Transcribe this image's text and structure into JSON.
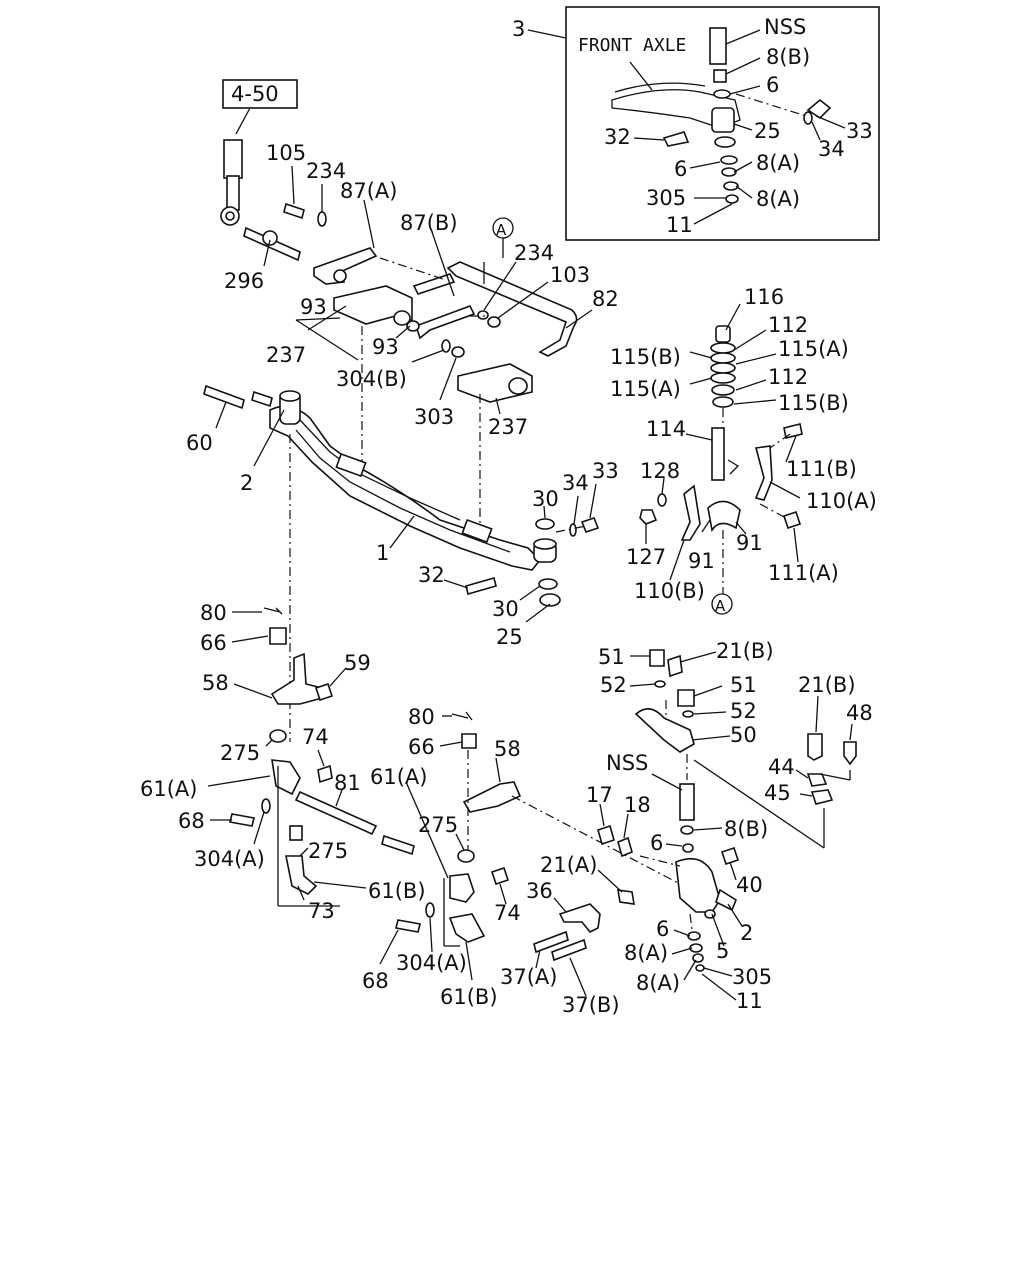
{
  "diagram": {
    "ref_box_label": "4-50",
    "inset": {
      "number": "3",
      "title": "FRONT AXLE",
      "labels": {
        "nss": "NSS",
        "p8b": "8(B)",
        "p6a": "6",
        "p33": "33",
        "p25": "25",
        "p34": "34",
        "p32": "32",
        "p6b": "6",
        "p8a1": "8(A)",
        "p305": "305",
        "p8a2": "8(A)",
        "p11": "11"
      }
    },
    "circle_marker": "A",
    "labels": {
      "l105": "105",
      "l234a": "234",
      "l87a": "87(A)",
      "l87b": "87(B)",
      "l234b": "234",
      "l103": "103",
      "l82": "82",
      "l296": "296",
      "l93a": "93",
      "l93b": "93",
      "l237a": "237",
      "l304b": "304(B)",
      "l303": "303",
      "l237b": "237",
      "l60": "60",
      "l2a": "2",
      "l1": "1",
      "l30a": "30",
      "l34": "34",
      "l33": "33",
      "l32": "32",
      "l30b": "30",
      "l25": "25",
      "l116": "116",
      "l112a": "112",
      "l115b1": "115(B)",
      "l115a1": "115(A)",
      "l115a2": "115(A)",
      "l112b": "112",
      "l115b2": "115(B)",
      "l114": "114",
      "l111b": "111(B)",
      "l128": "128",
      "l110a": "110(A)",
      "l127": "127",
      "l91a": "91",
      "l91b": "91",
      "l111a": "111(A)",
      "l110b": "110(B)",
      "l80a": "80",
      "l66a": "66",
      "l59": "59",
      "l58a": "58",
      "l275a": "275",
      "l74a": "74",
      "l61a1": "61(A)",
      "l81": "81",
      "l68a": "68",
      "l304a1": "304(A)",
      "l275b": "275",
      "l61b1": "61(B)",
      "l73": "73",
      "l80b": "80",
      "l66b": "66",
      "l58b": "58",
      "l61a2": "61(A)",
      "l275c": "275",
      "l74b": "74",
      "l68b": "68",
      "l304a2": "304(A)",
      "l61b2": "61(B)",
      "l51a": "51",
      "l21b1": "21(B)",
      "l52a": "52",
      "l51b": "51",
      "l52b": "52",
      "l50": "50",
      "l21b2": "21(B)",
      "l48": "48",
      "l44": "44",
      "l45": "45",
      "lnss": "NSS",
      "l17": "17",
      "l18": "18",
      "l6a": "6",
      "l8b": "8(B)",
      "l21a": "21(A)",
      "l40": "40",
      "l36": "36",
      "l2b": "2",
      "l5": "5",
      "l6b": "6",
      "l8a1": "8(A)",
      "l37a": "37(A)",
      "l8a2": "8(A)",
      "l305": "305",
      "l37b": "37(B)",
      "l11": "11"
    }
  }
}
